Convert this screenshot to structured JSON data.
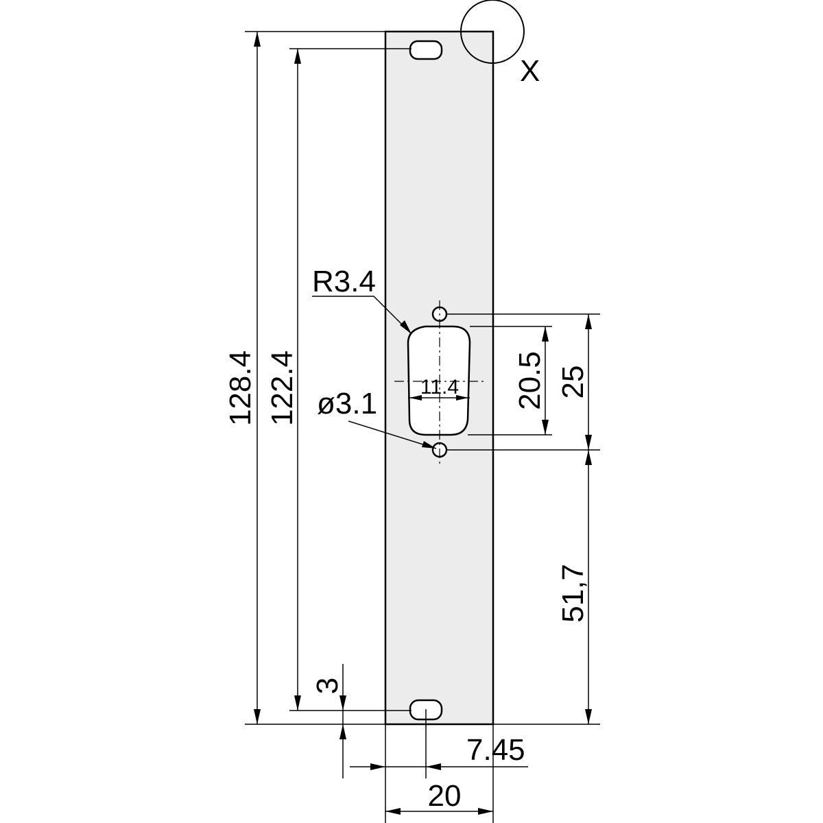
{
  "drawing": {
    "detail_marker": "X",
    "dimensions": {
      "overall_height": "128.4",
      "hole_spacing": "122.4",
      "slot_radius": "R3.4",
      "cutout_width": "11.4",
      "cutout_height": "20.5",
      "hole_pitch": "25",
      "hole_diameter": "ø3.1",
      "bottom_offset": "51,7",
      "edge_offset": "3",
      "hole_x_offset": "7.45",
      "panel_width": "20"
    }
  }
}
